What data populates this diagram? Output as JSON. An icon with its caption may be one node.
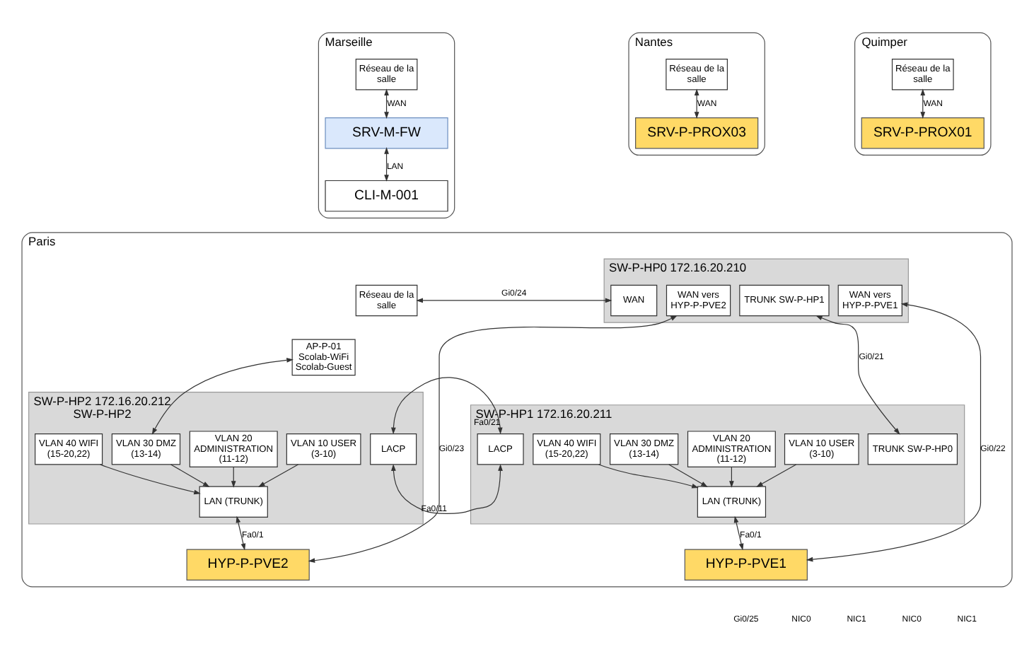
{
  "diagram": {
    "nodes": [
      {
        "text": [
          "Marseille"
        ]
      },
      {
        "text": [
          "Réseau de la salle"
        ],
        "in": 0
      },
      {
        "text": [
          "SRV-M-FW"
        ],
        "in": 0
      },
      {
        "text": [
          "CLI-M-001"
        ],
        "in": 0
      },
      {
        "text": [
          "Nantes"
        ]
      },
      {
        "text": [
          "Réseau de la salle"
        ],
        "in": 4
      },
      {
        "text": [
          "SRV-P-PROX03"
        ],
        "in": 4
      },
      {
        "text": [
          "Quimper"
        ]
      },
      {
        "text": [
          "Réseau de la salle"
        ],
        "in": 7
      },
      {
        "text": [
          "SRV-P-PROX01"
        ],
        "in": 7
      },
      {
        "text": [
          "Paris"
        ]
      },
      {
        "text": [
          "Réseau de la salle"
        ],
        "in": 10
      },
      {
        "text": [
          "SW-P-HP0 172.16.20.210"
        ],
        "in": 10
      },
      {
        "text": [
          "WAN"
        ],
        "in": 12
      },
      {
        "text": [
          "WAN vers HYP-P-PVE1"
        ],
        "in": 12
      },
      {
        "text": [
          "WAN vers HYP-P-PVE2"
        ],
        "in": 12
      },
      {
        "text": [
          "TRUNK SW-P-HP1"
        ],
        "in": 12
      },
      {
        "text": [
          "AP-P-01 Scolab-WiFi Scolab-Guest"
        ],
        "in": 10
      },
      {
        "text": [
          "SW-P-HP1 172.16.20.211"
        ],
        "in": 10
      },
      {
        "text": [
          "TRUNK SW-P-HP0"
        ],
        "in": 18
      },
      {
        "text": [
          "LAN (TRUNK)"
        ],
        "in": 18
      },
      {
        "text": [
          "VLAN 10 USER (3-10)"
        ],
        "in": 18
      },
      {
        "text": [
          "VLAN 20 ADMINISTRATION (11-12)"
        ],
        "in": 18
      },
      {
        "text": [
          "VLAN 30 DMZ (13-14)"
        ],
        "in": 18
      },
      {
        "text": [
          "VLAN 40 WIFI (15-20,22)"
        ],
        "in": 18
      },
      {
        "text": [
          "LACP"
        ],
        "in": 18
      },
      {
        "text": [
          "SW-P-HP2 172.16.20.212",
          "SW-P-HP2"
        ],
        "in": 10
      },
      {
        "text": [
          "LACP"
        ],
        "in": 26
      },
      {
        "text": [
          "LAN (TRUNK)"
        ],
        "in": 26
      },
      {
        "text": [
          "VLAN 10 USER (3-10)"
        ],
        "in": 26
      },
      {
        "text": [
          "VLAN 20 ADMINISTRATION (11-12)"
        ],
        "in": 26
      },
      {
        "text": [
          "VLAN 30 DMZ (13-14)"
        ],
        "in": 26
      },
      {
        "text": [
          "VLAN 40 WIFI (15-20,22)"
        ],
        "in": 26
      },
      {
        "text": [
          "HYP-P-PVE1"
        ],
        "in": 10
      },
      {
        "text": [
          "HYP-P-PVE2"
        ],
        "in": 10
      }
    ],
    "edges": [
      {
        "from": 1,
        "to": 2,
        "arrow": "both",
        "label": "WAN"
      },
      {
        "from": 2,
        "to": 3,
        "arrow": "both",
        "label": "LAN"
      },
      {
        "from": 5,
        "to": 6,
        "arrow": "both",
        "label": "WAN"
      },
      {
        "from": 8,
        "to": 9,
        "arrow": "both",
        "label": "WAN"
      },
      {
        "from": 11,
        "to": 13,
        "arrow": "both",
        "label": "Gi0/24"
      },
      {
        "from": 14,
        "to": 33,
        "arrow": "both",
        "label": "Gi0/22"
      },
      {
        "from": 15,
        "to": 34,
        "arrow": "both",
        "label": "Gi0/23"
      },
      {
        "from": 16,
        "to": 19,
        "arrow": "both",
        "label": "Gi0/21"
      },
      {
        "from": 27,
        "to": 25,
        "arrow": "both",
        "label": "Fa0/21"
      },
      {
        "from": 27,
        "to": 25,
        "arrow": "both",
        "label": "Fa0/11"
      },
      {
        "from": 33,
        "to": 20,
        "arrow": "both",
        "label": "Fa0/1"
      },
      {
        "from": 21,
        "to": 20,
        "arrow": "to"
      },
      {
        "from": 22,
        "to": 20,
        "arrow": "to"
      },
      {
        "from": 23,
        "to": 20,
        "arrow": "to"
      },
      {
        "from": 24,
        "to": 20,
        "arrow": "to"
      },
      {
        "from": 34,
        "to": 28,
        "arrow": "both",
        "label": "Fa0/1"
      },
      {
        "from": 29,
        "to": 28,
        "arrow": "to"
      },
      {
        "from": 30,
        "to": 28,
        "arrow": "to"
      },
      {
        "from": 31,
        "to": 28,
        "arrow": "to"
      },
      {
        "from": 32,
        "to": 28,
        "arrow": "to"
      },
      {
        "from": 17,
        "to": 31,
        "arrow": "both"
      }
    ],
    "labels": [
      "Gi0/25",
      "NIC0",
      "NIC1",
      "NIC0",
      "NIC1"
    ]
  }
}
